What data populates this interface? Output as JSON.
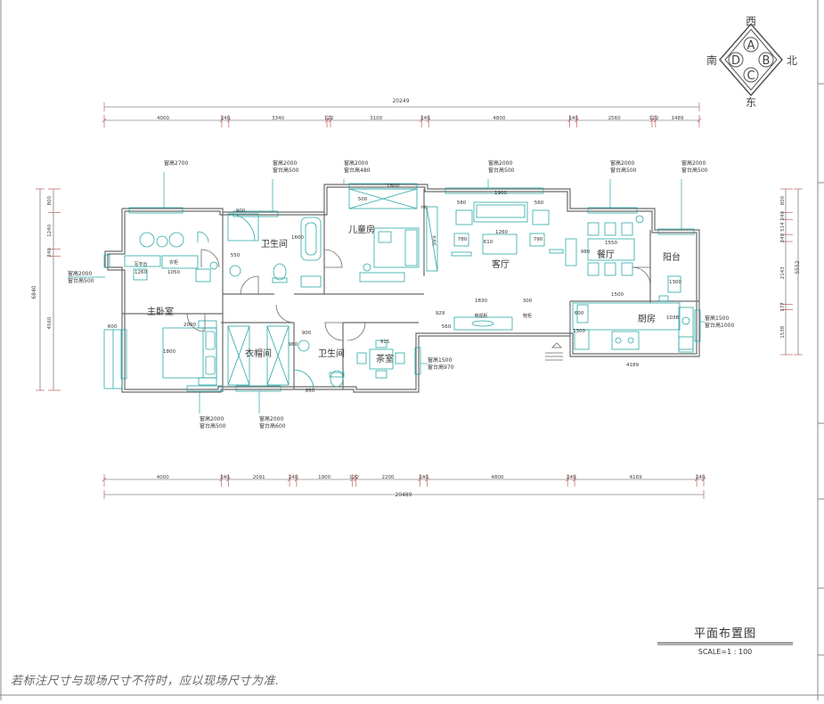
{
  "plan": {
    "title": "平面布置图",
    "scale": "SCALE=1 : 100",
    "note": "若标注尺寸与现场尺寸不符时，应以现场尺寸为准."
  },
  "compass": {
    "letters": [
      "A",
      "B",
      "C",
      "D"
    ],
    "directions": {
      "top": "西",
      "bottom": "东",
      "left": "南",
      "right": "北"
    }
  },
  "rooms": [
    {
      "key": "master",
      "label": "主卧室"
    },
    {
      "key": "bath1",
      "label": "卫生间"
    },
    {
      "key": "kids",
      "label": "儿童房"
    },
    {
      "key": "living",
      "label": "客厅"
    },
    {
      "key": "dining",
      "label": "餐厅"
    },
    {
      "key": "balcony",
      "label": "阳台"
    },
    {
      "key": "kitchen",
      "label": "厨房"
    },
    {
      "key": "wardrobe",
      "label": "衣帽间"
    },
    {
      "key": "bath2",
      "label": "卫生间"
    },
    {
      "key": "tea",
      "label": "茶室"
    }
  ],
  "top_dims": {
    "overall": "20249",
    "segments": [
      "4000",
      "240",
      "3340",
      "120",
      "3100",
      "240",
      "4800",
      "240",
      "2560",
      "120",
      "1489"
    ]
  },
  "bottom_dims": {
    "overall": "20489",
    "segments": [
      "4000",
      "240",
      "2091",
      "240",
      "1900",
      "120",
      "2200",
      "240",
      "4800",
      "240",
      "4169",
      "240"
    ]
  },
  "left_dims": {
    "overall": "6840",
    "segments": [
      "800",
      "1240",
      "240",
      "4560"
    ]
  },
  "right_dims": {
    "overall": "5552",
    "segments": [
      "800",
      "240",
      "514",
      "240",
      "2143",
      "177",
      "1538"
    ]
  },
  "window_notes": [
    {
      "key": "w1",
      "lines": [
        "窗高2700"
      ]
    },
    {
      "key": "w2",
      "lines": [
        "窗高2000",
        "窗台高500"
      ]
    },
    {
      "key": "w3",
      "lines": [
        "窗高2000",
        "窗台高480"
      ]
    },
    {
      "key": "w4",
      "lines": [
        "窗高2000",
        "窗台高500"
      ]
    },
    {
      "key": "w5",
      "lines": [
        "窗高2000",
        "窗台高500"
      ]
    },
    {
      "key": "w6",
      "lines": [
        "窗高2000",
        "窗台高500"
      ]
    },
    {
      "key": "w7",
      "lines": [
        "窗高2000",
        "窗台高500"
      ]
    },
    {
      "key": "w8",
      "lines": [
        "窗高2000",
        "窗台高500"
      ]
    },
    {
      "key": "w9",
      "lines": [
        "窗高2000",
        "窗台高600"
      ]
    },
    {
      "key": "w10",
      "lines": [
        "窗高1500",
        "窗台高1000"
      ]
    },
    {
      "key": "w11",
      "lines": [
        "窗高1500",
        "窗台高970"
      ]
    }
  ],
  "inner_dims": {
    "kids_width": "1800",
    "living_sofa": "1900",
    "living_table": "1260",
    "living_580": "580",
    "living_560": "560",
    "living_780": "780",
    "living_790": "790",
    "living_610": "610",
    "dining_table": "1550",
    "dining_980": "980",
    "kitchen_1500": "1500",
    "kitchen_4189": "4189",
    "kitchen_1038": "1038",
    "kitchen_1300": "1300",
    "kitchen_600": "600",
    "bath1_900": "900",
    "bath1_550": "550",
    "bath1_1600": "1600",
    "bed_2000": "2000",
    "bed_1800": "1800",
    "master_600": "600",
    "desk_1260": "1260",
    "desk_1050": "1050",
    "kids_500": "500",
    "hall_929": "929",
    "hall_1830": "1830",
    "hall_300": "300",
    "hall_560": "560",
    "bath2_900": "900",
    "bath2_960": "960",
    "bath2_850": "850",
    "tea_915": "915",
    "balcony_1300": "1300"
  },
  "furniture_labels": {
    "desk": "写字台",
    "wardrobe_small": "衣柜",
    "tv_cabinet": "电视柜",
    "shoe_cabinet": "鞋柜",
    "side_cabinet": "玄关柜",
    "book_cabinet": "书柜"
  },
  "colors": {
    "wall": "#6a6a6a",
    "furniture": "#2aa7a7",
    "dim": "#c06060",
    "text": "#2aa7a7",
    "frame": "#888888"
  }
}
